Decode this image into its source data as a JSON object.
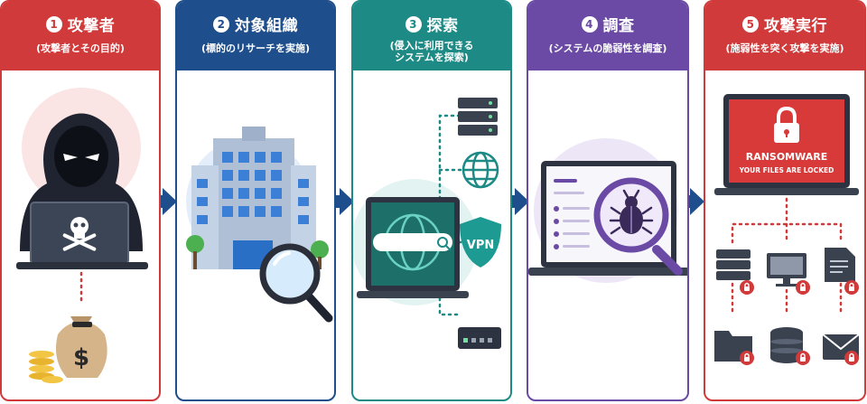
{
  "steps": [
    {
      "number": "1",
      "title": "攻撃者",
      "subtitle": "(攻撃者とその目的)",
      "color": "#d03a3a"
    },
    {
      "number": "2",
      "title": "対象組織",
      "subtitle": "(標的のリサーチを実施)",
      "color": "#1e4e8c"
    },
    {
      "number": "3",
      "title": "探索",
      "subtitle_line1": "(侵入に利用できる",
      "subtitle_line2": "システムを探索)",
      "color": "#1d8a86"
    },
    {
      "number": "4",
      "title": "調査",
      "subtitle": "(システムの脆弱性を調査)",
      "color": "#6a4aa5"
    },
    {
      "number": "5",
      "title": "攻撃実行",
      "subtitle": "(施弱性を突く攻撃を実施)",
      "color": "#d03a3a"
    }
  ],
  "icons": {
    "attacker": "hooded-hacker-icon",
    "money": "money-bag-icon",
    "building": "office-building-icon",
    "magnifier": "magnifier-icon",
    "laptop": "laptop-icon",
    "server": "server-icon",
    "globe": "globe-icon",
    "vpn": "vpn-shield-icon",
    "bug": "bug-icon",
    "lock": "lock-icon"
  },
  "scan": {
    "vpn_label": "VPN"
  },
  "ransom": {
    "title": "RANSOMWARE",
    "message": "YOUR FILES ARE LOCKED"
  }
}
